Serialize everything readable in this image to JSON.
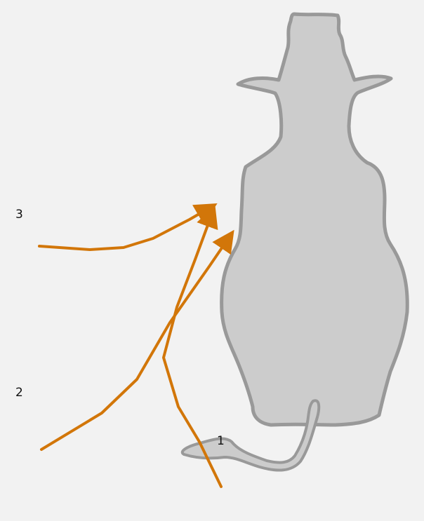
{
  "labels": {
    "one": "1",
    "two": "2",
    "three": "3"
  },
  "colors": {
    "background": "#f2f2f2",
    "body_fill": "#cccccc",
    "body_stroke": "#999999",
    "arrow": "#d27609",
    "text": "#111111"
  }
}
